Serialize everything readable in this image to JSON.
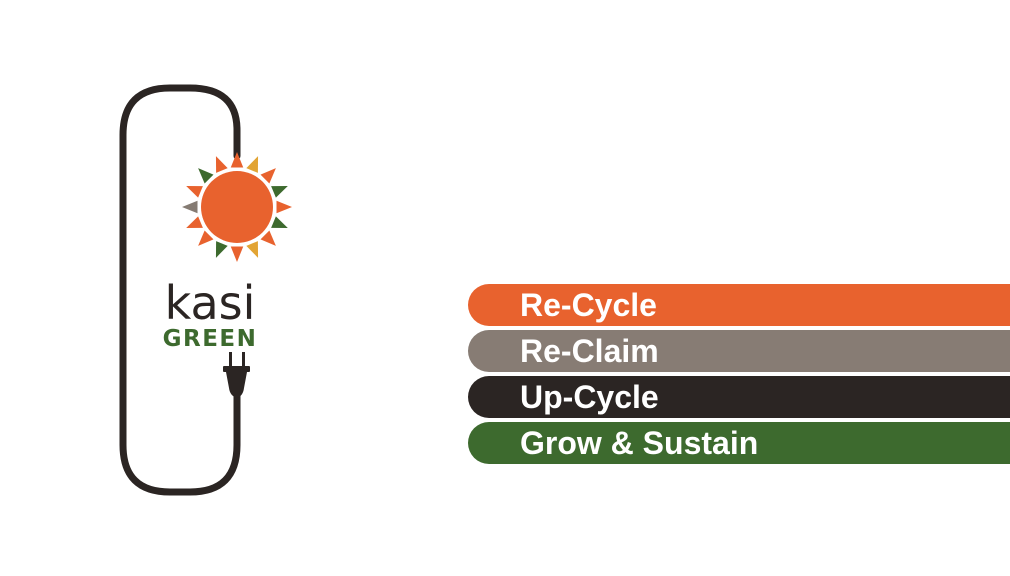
{
  "logo": {
    "word_top": "kasi",
    "word_bottom": "GREEN",
    "icon": "sun-plug-icon",
    "colors": {
      "sun": "#e8622e",
      "cord": "#2b2523",
      "green": "#3d6a2e",
      "gold": "#e2a434",
      "grey": "#857b73"
    }
  },
  "bars": [
    {
      "label": "Re-Cycle",
      "color": "#e8622e"
    },
    {
      "label": "Re-Claim",
      "color": "#877c74"
    },
    {
      "label": "Up-Cycle",
      "color": "#2b2523"
    },
    {
      "label": "Grow & Sustain",
      "color": "#3d6a2e"
    }
  ]
}
